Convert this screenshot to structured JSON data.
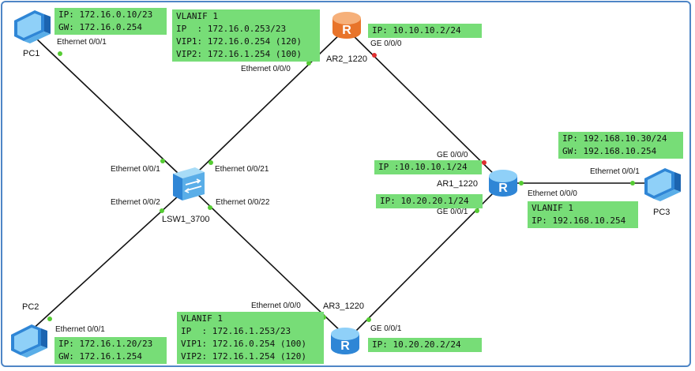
{
  "colors": {
    "link": "#111111",
    "port_up": "#55cc33",
    "port_down": "#e03030",
    "info_box": "#77dd77",
    "frame": "#4f86c6"
  },
  "devices": {
    "pc1": {
      "name": "PC1",
      "icon": "pc-icon"
    },
    "pc2": {
      "name": "PC2",
      "icon": "pc-icon"
    },
    "pc3": {
      "name": "PC3",
      "icon": "pc-icon"
    },
    "lsw1": {
      "name": "LSW1_3700",
      "icon": "switch-icon"
    },
    "ar1": {
      "name": "AR1_1220",
      "icon": "router-icon"
    },
    "ar2": {
      "name": "AR2_1220",
      "icon": "router-icon"
    },
    "ar3": {
      "name": "AR3_1220",
      "icon": "router-icon"
    }
  },
  "ports": {
    "pc1_e001": "Ethernet 0/0/1",
    "lsw_e001": "Ethernet 0/0/1",
    "lsw_e0021": "Ethernet 0/0/21",
    "lsw_e002": "Ethernet 0/0/2",
    "lsw_e0022": "Ethernet 0/0/22",
    "ar2_e000": "Ethernet 0/0/0",
    "ar2_ge000": "GE 0/0/0",
    "ar1_ge000": "GE 0/0/0",
    "ar1_ge001": "GE 0/0/1",
    "ar1_e000": "Ethernet 0/0/0",
    "pc3_e001": "Ethernet 0/0/1",
    "ar3_e000": "Ethernet 0/0/0",
    "ar3_ge001": "GE 0/0/1",
    "pc2_e001": "Ethernet 0/0/1"
  },
  "info": {
    "pc1": [
      "IP: 172.16.0.10/23",
      "GW: 172.16.0.254"
    ],
    "pc2": [
      "IP: 172.16.1.20/23",
      "GW: 172.16.1.254"
    ],
    "pc3": [
      "IP: 192.168.10.30/24",
      "GW: 192.168.10.254"
    ],
    "ar2_vlanif": [
      "VLANIF 1",
      "IP  : 172.16.0.253/23",
      "VIP1: 172.16.0.254 (120)",
      "VIP2: 172.16.1.254 (100)"
    ],
    "ar2_ge": [
      "IP: 10.10.10.2/24"
    ],
    "ar1_ge000": [
      "IP :10.10.10.1/24"
    ],
    "ar1_ge001": [
      "IP: 10.20.20.1/24"
    ],
    "ar1_vlanif": [
      "VLANIF 1",
      "IP: 192.168.10.254"
    ],
    "ar3_vlanif": [
      "VLANIF 1",
      "IP  : 172.16.1.253/23",
      "VIP1: 172.16.0.254 (100)",
      "VIP2: 172.16.1.254 (120)"
    ],
    "ar3_ge": [
      "IP: 10.20.20.2/24"
    ]
  }
}
